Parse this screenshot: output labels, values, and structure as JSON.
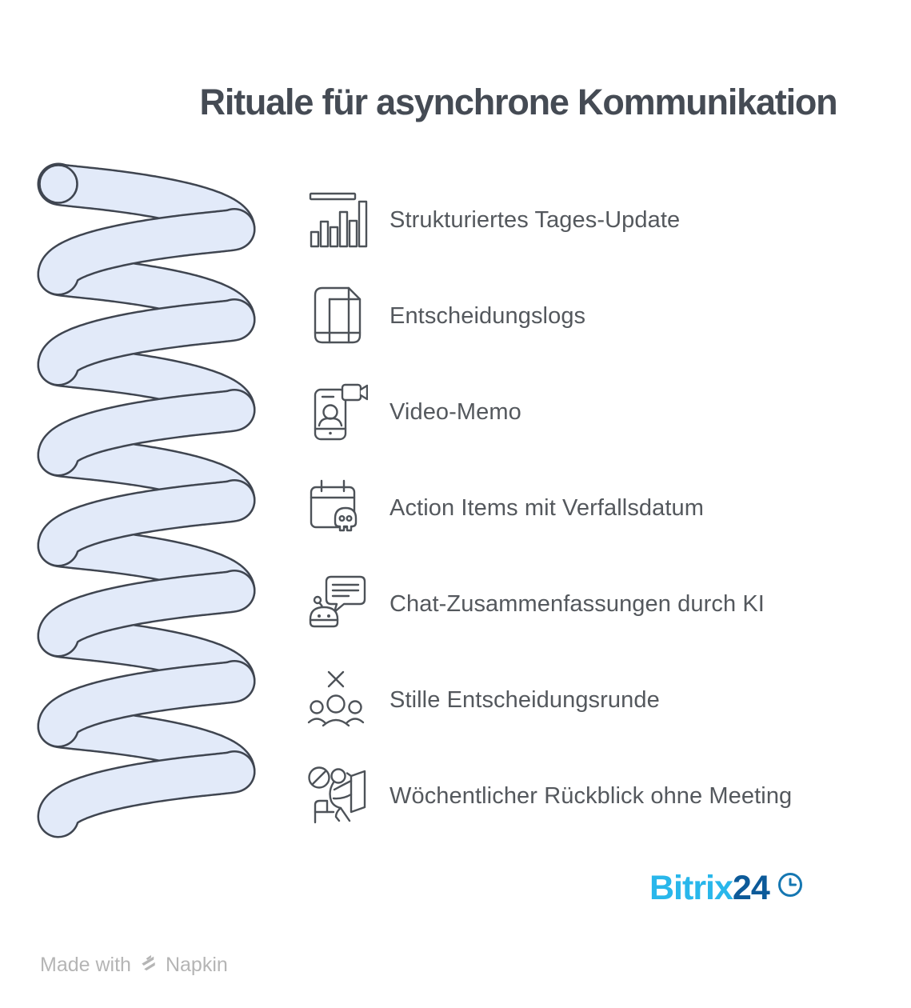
{
  "title": "Rituale für asynchrone Kommunikation",
  "list": {
    "items": [
      {
        "label": "Strukturiertes Tages-Update",
        "icon": "bar-chart-icon"
      },
      {
        "label": "Entscheidungslogs",
        "icon": "decision-log-icon"
      },
      {
        "label": "Video-Memo",
        "icon": "video-memo-icon"
      },
      {
        "label": "Action Items mit Verfallsdatum",
        "icon": "calendar-skull-icon"
      },
      {
        "label": "Chat-Zusammenfassungen durch KI",
        "icon": "ai-chat-icon"
      },
      {
        "label": "Stille Entscheidungsrunde",
        "icon": "silent-group-icon"
      },
      {
        "label": "Wöchentlicher Rückblick ohne Meeting",
        "icon": "no-meeting-review-icon"
      }
    ]
  },
  "branding": {
    "name_primary": "Bitrix",
    "name_secondary": "24",
    "icon": "clock-icon"
  },
  "footer": {
    "made_with": "Made with",
    "brand": "Napkin",
    "icon": "napkin-logo-icon"
  },
  "colors": {
    "background": "#FFFFFF",
    "title": "#454B54",
    "item_text": "#54585D",
    "icon_stroke": "#4D5258",
    "spiral_fill": "#E2EAF9",
    "spiral_outline": "#3F4550",
    "bitrix_light": "#29B7EB",
    "bitrix_dark": "#0C5A99",
    "bitrix_clock": "#1577B2",
    "footer_gray": "#B5B5B5"
  }
}
